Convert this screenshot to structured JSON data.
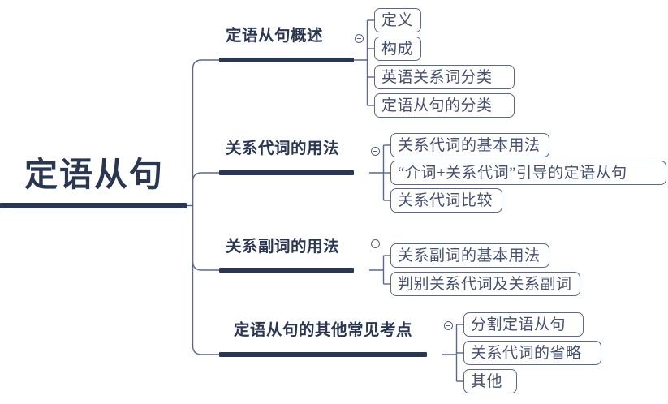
{
  "diagram": {
    "type": "mind-map",
    "title": "定语从句",
    "colors": {
      "accent": "#2b3751",
      "box_border": "#5b688a",
      "leaf_text": "#45506b",
      "connector": "#5b688a",
      "background": "#ffffff"
    },
    "root": {
      "label": "定语从句"
    },
    "branches": [
      {
        "label": "定语从句概述",
        "collapse_icon": "minus-circle-icon",
        "collapsed": false,
        "children": [
          {
            "label": "定义"
          },
          {
            "label": "构成"
          },
          {
            "label": "英语关系词分类"
          },
          {
            "label": "定语从句的分类"
          }
        ]
      },
      {
        "label": "关系代词的用法",
        "collapse_icon": "minus-circle-icon",
        "collapsed": false,
        "children": [
          {
            "label": "关系代词的基本用法"
          },
          {
            "label": "“介词+关系代词”引导的定语从句"
          },
          {
            "label": "关系代词比较"
          }
        ]
      },
      {
        "label": "关系副词的用法",
        "collapse_icon": "circle-icon",
        "collapsed": false,
        "children": [
          {
            "label": "关系副词的基本用法"
          },
          {
            "label": "判别关系代词及关系副词"
          }
        ]
      },
      {
        "label": "定语从句的其他常见考点",
        "collapse_icon": "minus-circle-icon",
        "collapsed": false,
        "children": [
          {
            "label": "分割定语从句"
          },
          {
            "label": "关系代词的省略"
          },
          {
            "label": "其他"
          }
        ]
      }
    ]
  }
}
